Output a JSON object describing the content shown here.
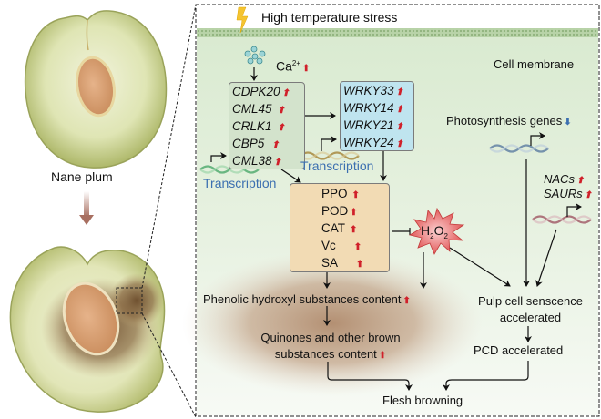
{
  "left_panel": {
    "top_fruit_label": "Nane plum",
    "top_fruit_image": "healthy-plum-half",
    "bottom_fruit_image": "browned-plum-half",
    "arrow_icon": "down-arrow"
  },
  "diagram": {
    "stress_label": "High temperature stress",
    "stress_icon": "lightning-bolt",
    "membrane_label": "Cell membrane",
    "calcium": {
      "label": "Ca",
      "superscript": "2+",
      "trend": "up"
    },
    "signaling_genes": [
      {
        "name": "CDPK20",
        "trend": "up"
      },
      {
        "name": "CML45",
        "trend": "up"
      },
      {
        "name": "CRLK1",
        "trend": "up"
      },
      {
        "name": "CBP5",
        "trend": "up"
      },
      {
        "name": "CML38",
        "trend": "up"
      }
    ],
    "wrky_genes": [
      {
        "name": "WRKY33",
        "trend": "up"
      },
      {
        "name": "WRKY14",
        "trend": "up"
      },
      {
        "name": "WRKY21",
        "trend": "up"
      },
      {
        "name": "WRKY24",
        "trend": "up"
      }
    ],
    "transcription_label_1": "Transcription",
    "transcription_label_2": "Transcription",
    "enzymes": [
      {
        "name": "PPO",
        "trend": "up"
      },
      {
        "name": "POD",
        "trend": "up"
      },
      {
        "name": "CAT",
        "trend": "up"
      },
      {
        "name": "Vc",
        "trend": "up"
      },
      {
        "name": "SA",
        "trend": "up"
      }
    ],
    "h2o2": {
      "base": "H",
      "sub1": "2",
      "mid": "O",
      "sub2": "2"
    },
    "photosynthesis": {
      "label": "Photosynthesis genes",
      "trend": "down"
    },
    "nacs": {
      "label": "NACs",
      "trend": "up"
    },
    "saurs": {
      "label": "SAURs",
      "trend": "up"
    },
    "phenolic": {
      "label": "Phenolic hydroxyl substances content",
      "trend": "up"
    },
    "quinones": {
      "line1": "Quinones and other brown",
      "line2": "substances content",
      "trend": "up"
    },
    "senescence": {
      "line1": "Pulp cell senscence",
      "line2": "accelerated"
    },
    "pcd": {
      "label": "PCD accelerated"
    },
    "outcome": {
      "label": "Flesh browning"
    },
    "trend_symbols": {
      "up": "⬆",
      "down": "⬇"
    }
  },
  "colors": {
    "membrane_green": "#cfe3c6",
    "cell_bg": "#e2efdc",
    "signaling_box": "#d3e3cc",
    "wrky_box": "#bfe4ef",
    "enzyme_box": "#f2dbb4",
    "h2o2_star": "#e86a6a",
    "brown_glow": "#b89478",
    "up_arrow": "#d0202a",
    "down_arrow": "#3b6fb0",
    "transcription_text": "#3b6fb0"
  }
}
